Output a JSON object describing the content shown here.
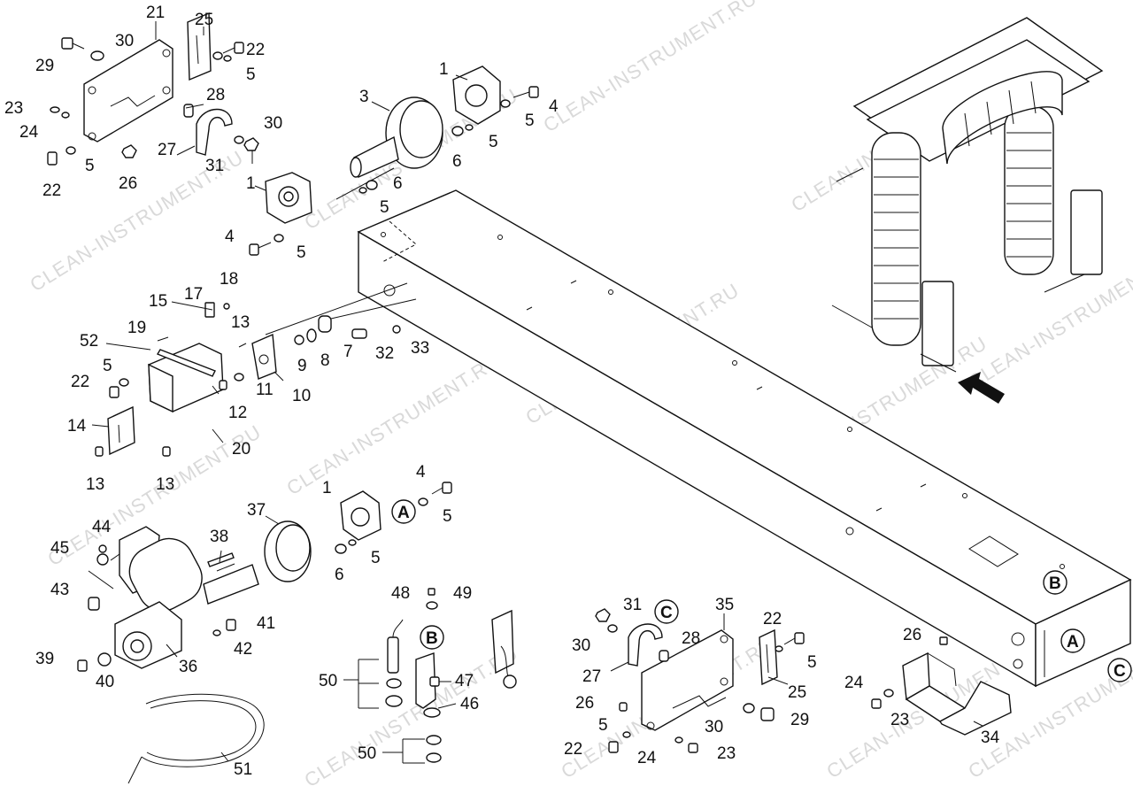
{
  "callouts": [
    {
      "id": "c21a",
      "text": "21"
    },
    {
      "id": "c25a",
      "text": "25"
    },
    {
      "id": "c30a",
      "text": "30"
    },
    {
      "id": "c29a",
      "text": "29"
    },
    {
      "id": "c22a",
      "text": "22"
    },
    {
      "id": "c5a",
      "text": "5"
    },
    {
      "id": "c28a",
      "text": "28"
    },
    {
      "id": "c23a",
      "text": "23"
    },
    {
      "id": "c24a",
      "text": "24"
    },
    {
      "id": "c30b",
      "text": "30"
    },
    {
      "id": "c27a",
      "text": "27"
    },
    {
      "id": "c31a",
      "text": "31"
    },
    {
      "id": "c5b",
      "text": "5"
    },
    {
      "id": "c26a",
      "text": "26"
    },
    {
      "id": "c22b",
      "text": "22"
    },
    {
      "id": "c1a",
      "text": "1"
    },
    {
      "id": "c3a",
      "text": "3"
    },
    {
      "id": "c4a",
      "text": "4"
    },
    {
      "id": "c5c",
      "text": "5"
    },
    {
      "id": "c5d",
      "text": "5"
    },
    {
      "id": "c6a",
      "text": "6"
    },
    {
      "id": "c1b",
      "text": "1"
    },
    {
      "id": "c6b",
      "text": "6"
    },
    {
      "id": "c5e",
      "text": "5"
    },
    {
      "id": "c4b",
      "text": "4"
    },
    {
      "id": "c5f",
      "text": "5"
    },
    {
      "id": "c17a",
      "text": "17"
    },
    {
      "id": "c18a",
      "text": "18"
    },
    {
      "id": "c15a",
      "text": "15"
    },
    {
      "id": "c13a",
      "text": "13"
    },
    {
      "id": "c19a",
      "text": "19"
    },
    {
      "id": "c52a",
      "text": "52"
    },
    {
      "id": "c9a",
      "text": "9"
    },
    {
      "id": "c8a",
      "text": "8"
    },
    {
      "id": "c7a",
      "text": "7"
    },
    {
      "id": "c32a",
      "text": "32"
    },
    {
      "id": "c33a",
      "text": "33"
    },
    {
      "id": "c5g",
      "text": "5"
    },
    {
      "id": "c22c",
      "text": "22"
    },
    {
      "id": "c11a",
      "text": "11"
    },
    {
      "id": "c10a",
      "text": "10"
    },
    {
      "id": "c12a",
      "text": "12"
    },
    {
      "id": "c14a",
      "text": "14"
    },
    {
      "id": "c20a",
      "text": "20"
    },
    {
      "id": "c13b",
      "text": "13"
    },
    {
      "id": "c13c",
      "text": "13"
    },
    {
      "id": "c4c",
      "text": "4"
    },
    {
      "id": "c1c",
      "text": "1"
    },
    {
      "id": "c5h",
      "text": "5"
    },
    {
      "id": "c37a",
      "text": "37"
    },
    {
      "id": "c5i",
      "text": "5"
    },
    {
      "id": "c6c",
      "text": "6"
    },
    {
      "id": "c44a",
      "text": "44"
    },
    {
      "id": "c45a",
      "text": "45"
    },
    {
      "id": "c38a",
      "text": "38"
    },
    {
      "id": "c43a",
      "text": "43"
    },
    {
      "id": "c41a",
      "text": "41"
    },
    {
      "id": "c42a",
      "text": "42"
    },
    {
      "id": "c39a",
      "text": "39"
    },
    {
      "id": "c40a",
      "text": "40"
    },
    {
      "id": "c36a",
      "text": "36"
    },
    {
      "id": "c51a",
      "text": "51"
    },
    {
      "id": "c48a",
      "text": "48"
    },
    {
      "id": "c49a",
      "text": "49"
    },
    {
      "id": "c50a",
      "text": "50"
    },
    {
      "id": "c47a",
      "text": "47"
    },
    {
      "id": "c46a",
      "text": "46"
    },
    {
      "id": "c50b",
      "text": "50"
    },
    {
      "id": "c31b",
      "text": "31"
    },
    {
      "id": "c30c",
      "text": "30"
    },
    {
      "id": "c35a",
      "text": "35"
    },
    {
      "id": "c22d",
      "text": "22"
    },
    {
      "id": "c28b",
      "text": "28"
    },
    {
      "id": "c5j",
      "text": "5"
    },
    {
      "id": "c27b",
      "text": "27"
    },
    {
      "id": "c25b",
      "text": "25"
    },
    {
      "id": "c26b",
      "text": "26"
    },
    {
      "id": "c30d",
      "text": "30"
    },
    {
      "id": "c29b",
      "text": "29"
    },
    {
      "id": "c5k",
      "text": "5"
    },
    {
      "id": "c22e",
      "text": "22"
    },
    {
      "id": "c24b",
      "text": "24"
    },
    {
      "id": "c23b",
      "text": "23"
    },
    {
      "id": "c26c",
      "text": "26"
    },
    {
      "id": "c24c",
      "text": "24"
    },
    {
      "id": "c23c",
      "text": "23"
    },
    {
      "id": "c34a",
      "text": "34"
    }
  ],
  "reference_markers": [
    {
      "id": "mA1",
      "text": "A"
    },
    {
      "id": "mB1",
      "text": "B"
    },
    {
      "id": "mC1",
      "text": "C"
    },
    {
      "id": "mB2",
      "text": "B"
    },
    {
      "id": "mA2",
      "text": "A"
    },
    {
      "id": "mC2",
      "text": "C"
    }
  ],
  "watermark": "CLEAN-INSTRUMENT.RU"
}
